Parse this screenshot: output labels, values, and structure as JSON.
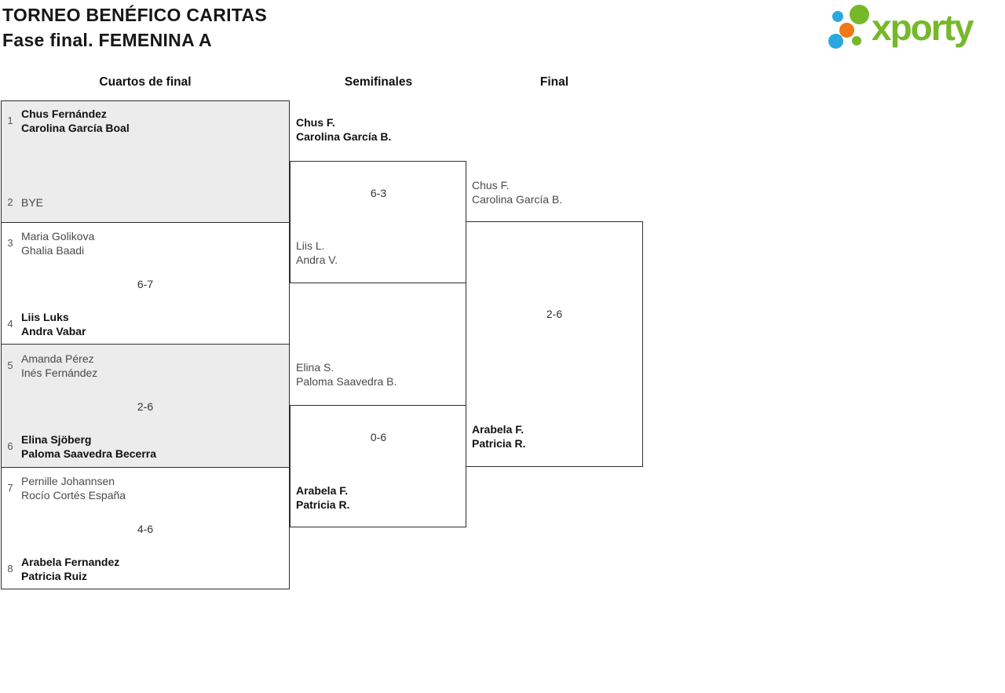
{
  "page": {
    "title_line1": "TORNEO BENÉFICO CARITAS",
    "title_line2": "Fase final. FEMENINA A"
  },
  "logo": {
    "text": "xporty",
    "green": "#76b82a",
    "blue": "#29a9e0",
    "orange": "#ed7a13"
  },
  "headers": {
    "quarterfinals": "Cuartos de final",
    "semifinals": "Semifinales",
    "final": "Final"
  },
  "bracket": {
    "quarterfinals": [
      {
        "top": {
          "seed": "1",
          "line1": "Chus Fernández",
          "line2": "Carolina García Boal",
          "winner": true
        },
        "bottom": {
          "seed": "2",
          "line1": "BYE",
          "line2": "",
          "winner": false
        },
        "score": ""
      },
      {
        "top": {
          "seed": "3",
          "line1": "Maria Golikova",
          "line2": "Ghalia Baadi",
          "winner": false
        },
        "bottom": {
          "seed": "4",
          "line1": "Liis Luks",
          "line2": "Andra Vabar",
          "winner": true
        },
        "score": "6-7"
      },
      {
        "top": {
          "seed": "5",
          "line1": "Amanda Pérez",
          "line2": "Inés Fernández",
          "winner": false
        },
        "bottom": {
          "seed": "6",
          "line1": "Elina Sjöberg",
          "line2": "Paloma Saavedra Becerra",
          "winner": true
        },
        "score": "2-6"
      },
      {
        "top": {
          "seed": "7",
          "line1": "Pernille Johannsen",
          "line2": "Rocío Cortés España",
          "winner": false
        },
        "bottom": {
          "seed": "8",
          "line1": "Arabela Fernandez",
          "line2": "Patricia Ruiz",
          "winner": true
        },
        "score": "4-6"
      }
    ],
    "semifinals": [
      {
        "top": {
          "line1": "Chus F.",
          "line2": "Carolina García B.",
          "winner": true
        },
        "bottom": {
          "line1": "Liis L.",
          "line2": "Andra V.",
          "winner": false
        },
        "score": "6-3"
      },
      {
        "top": {
          "line1": "Elina S.",
          "line2": "Paloma Saavedra B.",
          "winner": false
        },
        "bottom": {
          "line1": "Arabela F.",
          "line2": "Patricia R.",
          "winner": true
        },
        "score": "0-6"
      }
    ],
    "final": {
      "top": {
        "line1": "Chus F.",
        "line2": "Carolina García B.",
        "winner": false
      },
      "bottom": {
        "line1": "Arabela F.",
        "line2": "Patricia R.",
        "winner": true
      },
      "score": "2-6"
    }
  },
  "colors": {
    "line": "#2e2e2e",
    "shaded_box": "#ececec",
    "winner_text": "#111111",
    "loser_text": "#4a4a4a"
  }
}
